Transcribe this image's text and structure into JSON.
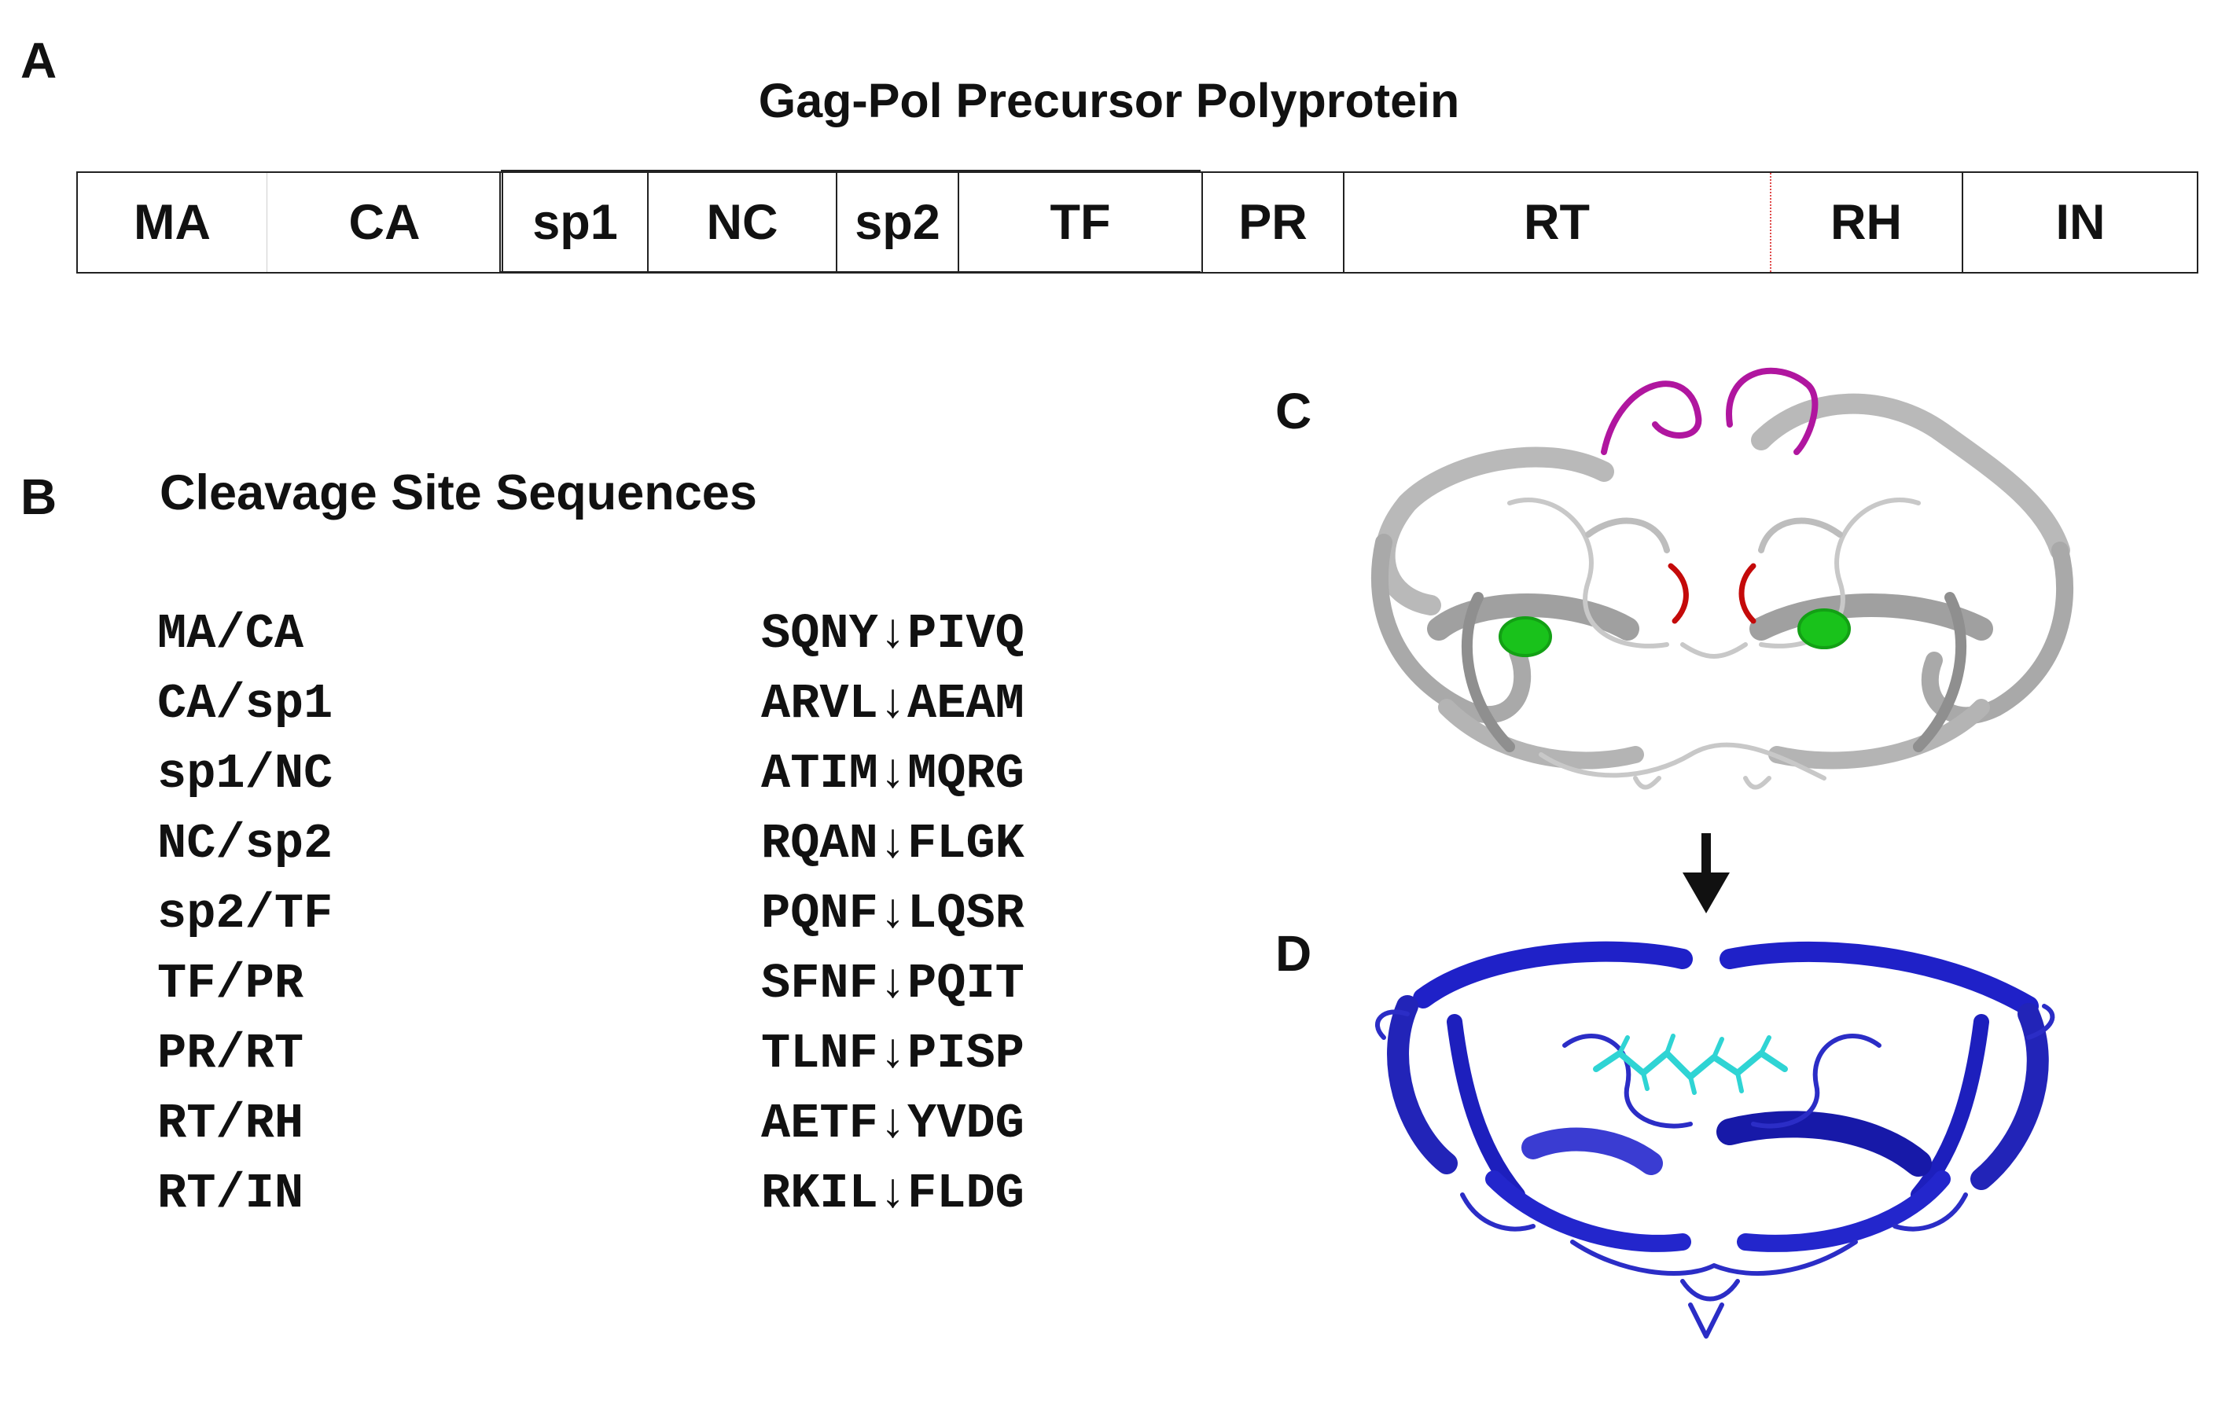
{
  "panels": {
    "a": "A",
    "b": "B",
    "c": "C",
    "d": "D"
  },
  "panel_a": {
    "title": "Gag-Pol Precursor Polyprotein",
    "domains": [
      "MA",
      "CA",
      "sp1",
      "NC",
      "sp2",
      "TF",
      "PR",
      "RT",
      "RH",
      "IN"
    ]
  },
  "panel_b": {
    "title": "Cleavage Site Sequences",
    "sites": [
      {
        "site": "MA/CA",
        "sequence": "SQNY↓PIVQ"
      },
      {
        "site": "CA/sp1",
        "sequence": "ARVL↓AEAM"
      },
      {
        "site": "sp1/NC",
        "sequence": "ATIM↓MQRG"
      },
      {
        "site": "NC/sp2",
        "sequence": "RQAN↓FLGK"
      },
      {
        "site": "sp2/TF",
        "sequence": "PQNF↓LQSR"
      },
      {
        "site": "TF/PR",
        "sequence": "SFNF↓PQIT"
      },
      {
        "site": "PR/RT",
        "sequence": "TLNF↓PISP"
      },
      {
        "site": "RT/RH",
        "sequence": "AETF↓YVDG"
      },
      {
        "site": "RT/IN",
        "sequence": "RKIL↓FLDG"
      }
    ]
  },
  "colors": {
    "structure_c": "#b9b9b9",
    "flap_tips": "#b0169f",
    "catalytic_loops": "#c40a0a",
    "helices_c": "#19c21b",
    "structure_d": "#1f21c8",
    "inhibitor": "#2fd4d4",
    "rt_rh_divider": "#e04a4a"
  },
  "icons": {
    "transition_arrow": "down-arrow-icon"
  }
}
